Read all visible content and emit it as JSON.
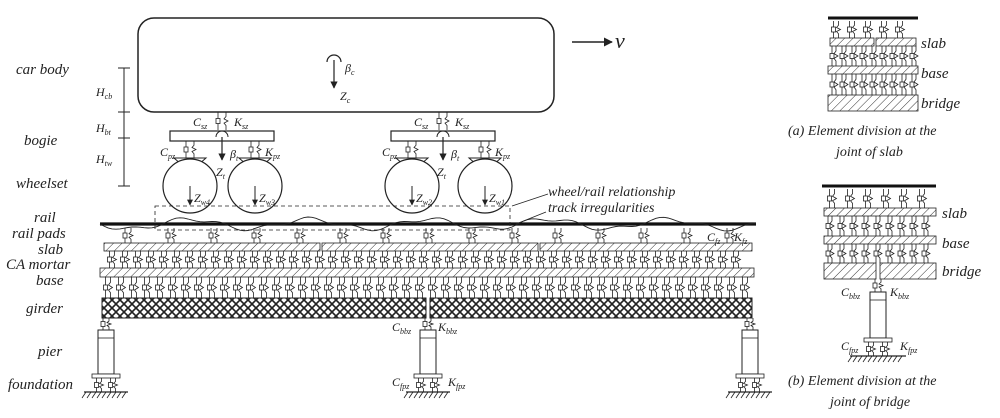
{
  "left_labels": {
    "car_body": "car body",
    "bogie": "bogie",
    "wheelset": "wheelset",
    "rail": "rail",
    "rail_pads": "rail pads",
    "slab": "slab",
    "ca_mortar": "CA mortar",
    "base": "base",
    "girder": "girder",
    "pier": "pier",
    "foundation": "foundation"
  },
  "velocity": "v",
  "dims": {
    "hcb": {
      "m": "H",
      "s": "cb"
    },
    "hbt": {
      "m": "H",
      "s": "bt"
    },
    "htw": {
      "m": "H",
      "s": "tw"
    }
  },
  "body_syms": {
    "beta_c": {
      "m": "β",
      "s": "c"
    },
    "z_c": {
      "m": "Z",
      "s": "c"
    }
  },
  "bogie_syms": {
    "csz": {
      "m": "C",
      "s": "sz"
    },
    "ksz": {
      "m": "K",
      "s": "sz"
    },
    "cpz": {
      "m": "C",
      "s": "pz"
    },
    "kpz": {
      "m": "K",
      "s": "pz"
    },
    "beta_t": {
      "m": "β",
      "s": "t"
    },
    "z_t": {
      "m": "Z",
      "s": "t"
    }
  },
  "wheel_syms": {
    "zw4": {
      "m": "Z",
      "s": "w4"
    },
    "zw3": {
      "m": "Z",
      "s": "w3"
    },
    "zw2": {
      "m": "Z",
      "s": "w2"
    },
    "zw1": {
      "m": "Z",
      "s": "w1"
    }
  },
  "callouts": {
    "wheel_rail": "wheel/rail relationship",
    "irregularities": "track irregularities"
  },
  "track_syms": {
    "cfz": {
      "m": "C",
      "s": "fz"
    },
    "kfz": {
      "m": "K",
      "s": "fz"
    },
    "cbbz": {
      "m": "C",
      "s": "bbz"
    },
    "kbbz": {
      "m": "K",
      "s": "bbz"
    },
    "cfpz": {
      "m": "C",
      "s": "fpz"
    },
    "kfpz": {
      "m": "K",
      "s": "fpz"
    }
  },
  "inset_a": {
    "labels": {
      "slab": "slab",
      "base": "base",
      "bridge": "bridge"
    },
    "caption_1": "(a) Element division at the",
    "caption_2": "joint of slab"
  },
  "inset_b": {
    "labels": {
      "slab": "slab",
      "base": "base",
      "bridge": "bridge"
    },
    "cbbz": {
      "m": "C",
      "s": "bbz"
    },
    "kbbz": {
      "m": "K",
      "s": "bbz"
    },
    "cfpz": {
      "m": "C",
      "s": "fpz"
    },
    "kfpz": {
      "m": "K",
      "s": "fpz"
    },
    "caption_1": "(b) Element division at the",
    "caption_2": "joint of bridge"
  }
}
